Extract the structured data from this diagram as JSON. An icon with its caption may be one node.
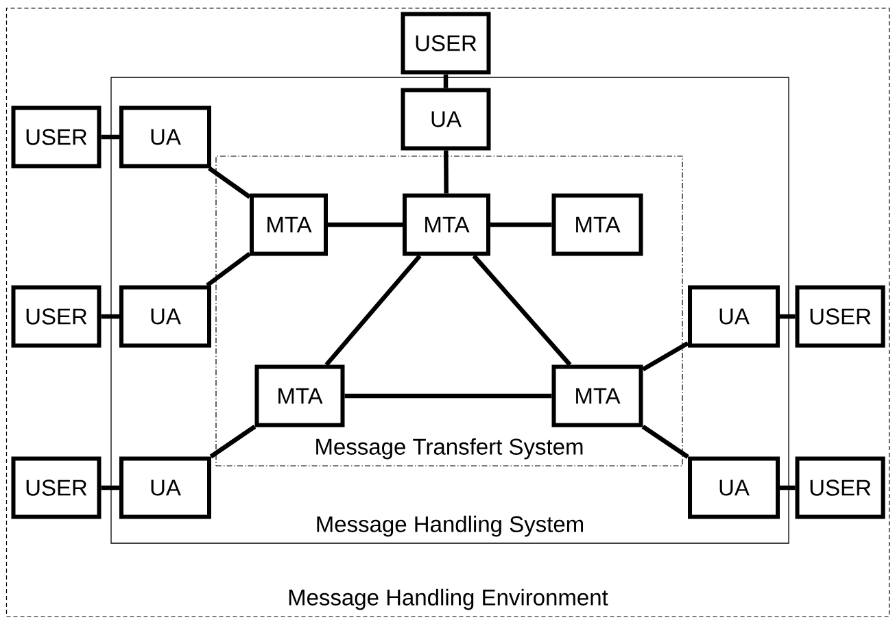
{
  "diagram": {
    "nodes": [
      {
        "text": [
          "Message Handling Environment"
        ]
      },
      {
        "text": [
          "Message Handling System"
        ],
        "in": 0
      },
      {
        "text": [
          "Message Transfert System"
        ],
        "in": 1
      },
      {
        "text": [
          "USER"
        ],
        "in": 0
      },
      {
        "text": [
          "UA"
        ],
        "in": 1
      },
      {
        "text": [
          "USER"
        ],
        "in": 0
      },
      {
        "text": [
          "UA"
        ],
        "in": 1
      },
      {
        "text": [
          "MTA"
        ],
        "in": 2
      },
      {
        "text": [
          "MTA"
        ],
        "in": 2
      },
      {
        "text": [
          "MTA"
        ],
        "in": 2
      },
      {
        "text": [
          "USER"
        ],
        "in": 0
      },
      {
        "text": [
          "UA"
        ],
        "in": 1
      },
      {
        "text": [
          "UA"
        ],
        "in": 1
      },
      {
        "text": [
          "USER"
        ],
        "in": 0
      },
      {
        "text": [
          "MTA"
        ],
        "in": 2
      },
      {
        "text": [
          "MTA"
        ],
        "in": 2
      },
      {
        "text": [
          "USER"
        ],
        "in": 0
      },
      {
        "text": [
          "UA"
        ],
        "in": 1
      },
      {
        "text": [
          "UA"
        ],
        "in": 1
      },
      {
        "text": [
          "USER"
        ],
        "in": 0
      }
    ],
    "edges": [
      {
        "from": 3,
        "to": 4,
        "arrow": "none"
      },
      {
        "from": 4,
        "to": 8,
        "arrow": "none"
      },
      {
        "from": 5,
        "to": 6,
        "arrow": "none"
      },
      {
        "from": 6,
        "to": 7,
        "arrow": "none"
      },
      {
        "from": 7,
        "to": 8,
        "arrow": "none"
      },
      {
        "from": 8,
        "to": 9,
        "arrow": "none"
      },
      {
        "from": 10,
        "to": 11,
        "arrow": "none"
      },
      {
        "from": 11,
        "to": 7,
        "arrow": "none"
      },
      {
        "from": 8,
        "to": 14,
        "arrow": "none"
      },
      {
        "from": 8,
        "to": 15,
        "arrow": "none"
      },
      {
        "from": 14,
        "to": 15,
        "arrow": "none"
      },
      {
        "from": 12,
        "to": 15,
        "arrow": "none"
      },
      {
        "from": 13,
        "to": 12,
        "arrow": "none"
      },
      {
        "from": 16,
        "to": 17,
        "arrow": "none"
      },
      {
        "from": 17,
        "to": 14,
        "arrow": "none"
      },
      {
        "from": 15,
        "to": 18,
        "arrow": "none"
      },
      {
        "from": 18,
        "to": 19,
        "arrow": "none"
      }
    ]
  }
}
